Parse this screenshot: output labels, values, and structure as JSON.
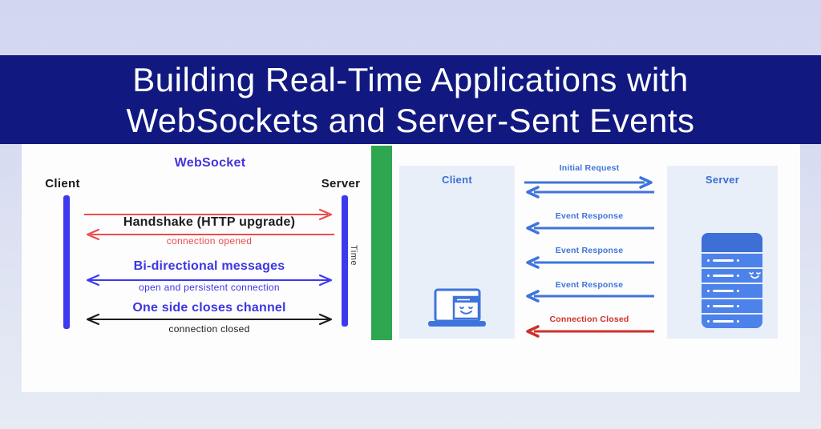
{
  "banner": {
    "title_line1": "Building Real-Time Applications with",
    "title_line2": "WebSockets and Server-Sent Events"
  },
  "websocket": {
    "title": "WebSocket",
    "client_label": "Client",
    "server_label": "Server",
    "time_label": "Time",
    "rows": [
      {
        "label": "Handshake (HTTP upgrade)",
        "sublabel": "connection opened"
      },
      {
        "label": "Bi-directional messages",
        "sublabel": "open and persistent connection"
      },
      {
        "label": "One side closes channel",
        "sublabel": "connection closed"
      }
    ]
  },
  "sse": {
    "client_label": "Client",
    "server_label": "Server",
    "arrows": [
      {
        "label": "Initial Request"
      },
      {
        "label": ""
      },
      {
        "label": "Event Response"
      },
      {
        "label": "Event Response"
      },
      {
        "label": "Event Response"
      },
      {
        "label": "Connection Closed"
      }
    ]
  },
  "colors": {
    "page_top_bg": "#d2d6f0",
    "banner_bg": "#111980",
    "panel_bg": "#fdfdfe",
    "ws_lifeline_blue": "#3c39ee",
    "ws_title_blue": "#4435dd",
    "ws_red": "#ee4b4b",
    "ws_black": "#1c1c1c",
    "separator_green": "#2fa750",
    "sse_blue": "#3e74db",
    "sse_red": "#cf302a",
    "sse_panel_bg": "#e9eff9",
    "server_icon_blue": "#4d82ea",
    "server_icon_cap_blue": "#3e6fd6"
  }
}
